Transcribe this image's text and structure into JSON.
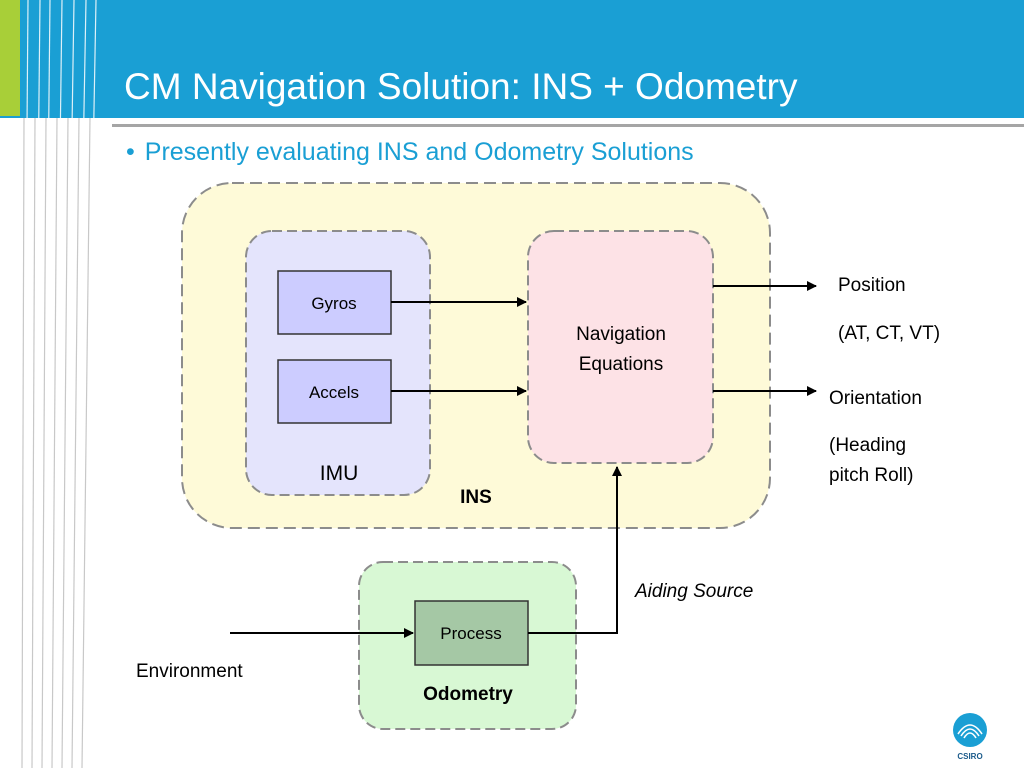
{
  "slide": {
    "title": "CM Navigation Solution: INS + Odometry",
    "bullet": "Presently evaluating INS and Odometry Solutions"
  },
  "diagram": {
    "ins_label": "INS",
    "imu_label": "IMU",
    "gyros_label": "Gyros",
    "accels_label": "Accels",
    "nav_line1": "Navigation",
    "nav_line2": "Equations",
    "position_label": "Position",
    "position_axes": "(AT, CT, VT)",
    "orientation_label": "Orientation",
    "orientation_line1": "(Heading",
    "orientation_line2": "pitch Roll)",
    "aiding_label": "Aiding Source",
    "process_label": "Process",
    "odometry_label": "Odometry",
    "environment_label": "Environment"
  },
  "logo": {
    "text": "CSIRO"
  },
  "colors": {
    "header_blue": "#1a9fd4",
    "accent_green": "#a8cf38",
    "ins_fill": "#fefad8",
    "imu_fill": "#e4e4fc",
    "sensor_fill": "#ccccff",
    "nav_fill": "#fde2e6",
    "odometry_fill": "#d8f8d4",
    "process_fill": "#a5c8a5"
  }
}
